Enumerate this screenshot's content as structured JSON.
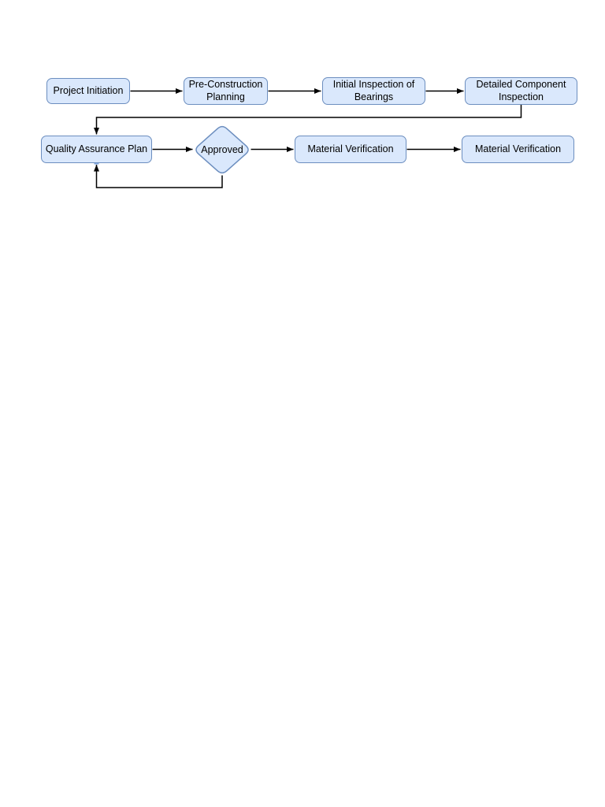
{
  "page": {
    "background": "#ffffff"
  },
  "diagram": {
    "type": "flowchart",
    "colors": {
      "node_fill": "#dae8fc",
      "node_stroke": "#6c8ebf",
      "connector": "#000000",
      "connection_dot": "#7ea6e0",
      "text": "#000000"
    },
    "nodes": [
      {
        "id": "project-initiation",
        "shape": "rounded-rect",
        "label": "Project Initiation"
      },
      {
        "id": "pre-construction-planning",
        "shape": "rounded-rect",
        "label": "Pre-Construction Planning"
      },
      {
        "id": "initial-inspection-of-bearings",
        "shape": "rounded-rect",
        "label": "Initial Inspection of Bearings"
      },
      {
        "id": "detailed-component-inspection",
        "shape": "rounded-rect",
        "label": "Detailed Component Inspection"
      },
      {
        "id": "quality-assurance-plan",
        "shape": "rounded-rect",
        "label": "Quality Assurance Plan"
      },
      {
        "id": "approved",
        "shape": "diamond",
        "label": "Approved"
      },
      {
        "id": "material-verification-1",
        "shape": "rounded-rect",
        "label": "Material Verification"
      },
      {
        "id": "material-verification-2",
        "shape": "rounded-rect",
        "label": "Material Verification"
      }
    ],
    "edges": [
      {
        "from": "project-initiation",
        "to": "pre-construction-planning"
      },
      {
        "from": "pre-construction-planning",
        "to": "initial-inspection-of-bearings"
      },
      {
        "from": "initial-inspection-of-bearings",
        "to": "detailed-component-inspection"
      },
      {
        "from": "detailed-component-inspection",
        "to": "quality-assurance-plan"
      },
      {
        "from": "quality-assurance-plan",
        "to": "approved"
      },
      {
        "from": "approved",
        "to": "material-verification-1"
      },
      {
        "from": "material-verification-1",
        "to": "material-verification-2"
      },
      {
        "from": "approved",
        "to": "quality-assurance-plan",
        "kind": "loop-back"
      }
    ]
  }
}
